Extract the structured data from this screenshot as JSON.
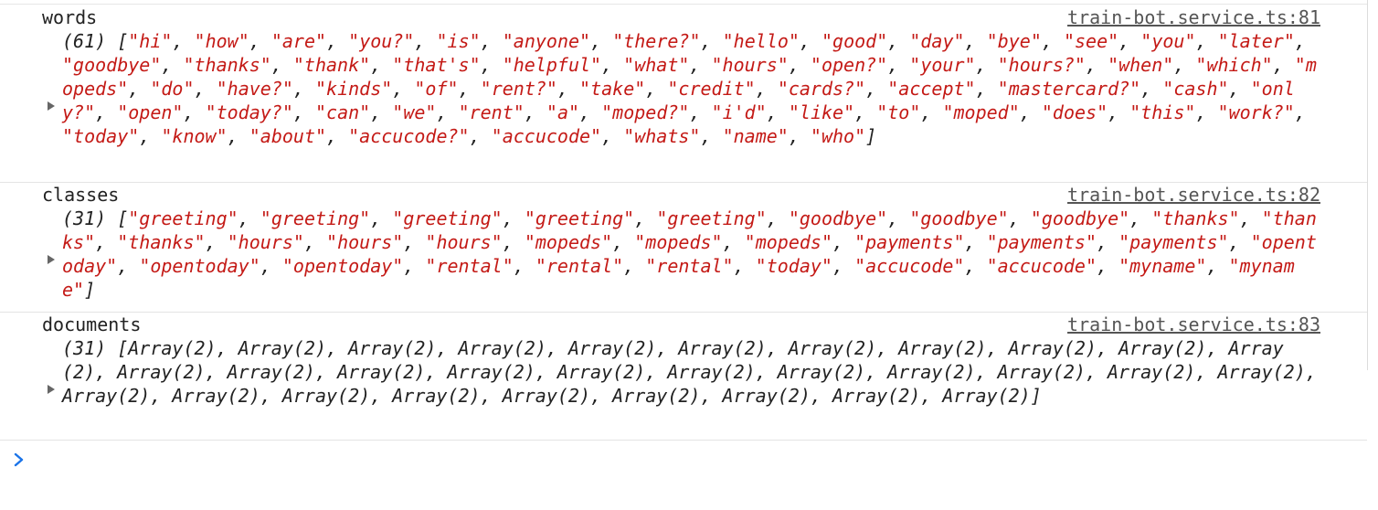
{
  "entries": [
    {
      "label": "words",
      "source": "train-bot.service.ts:81",
      "count": "(61)",
      "kind": "strings",
      "items": [
        "hi",
        "how",
        "are",
        "you?",
        "is",
        "anyone",
        "there?",
        "hello",
        "good",
        "day",
        "bye",
        "see",
        "you",
        "later",
        "goodbye",
        "thanks",
        "thank",
        "that's",
        "helpful",
        "what",
        "hours",
        "open?",
        "your",
        "hours?",
        "when",
        "which",
        "mopeds",
        "do",
        "have?",
        "kinds",
        "of",
        "rent?",
        "take",
        "credit",
        "cards?",
        "accept",
        "mastercard?",
        "cash",
        "only?",
        "open",
        "today?",
        "can",
        "we",
        "rent",
        "a",
        "moped?",
        "i'd",
        "like",
        "to",
        "moped",
        "does",
        "this",
        "work?",
        "today",
        "know",
        "about",
        "accucode?",
        "accucode",
        "whats",
        "name",
        "who"
      ]
    },
    {
      "label": "classes",
      "source": "train-bot.service.ts:82",
      "count": "(31)",
      "kind": "strings",
      "items": [
        "greeting",
        "greeting",
        "greeting",
        "greeting",
        "greeting",
        "goodbye",
        "goodbye",
        "goodbye",
        "thanks",
        "thanks",
        "thanks",
        "hours",
        "hours",
        "hours",
        "mopeds",
        "mopeds",
        "mopeds",
        "payments",
        "payments",
        "payments",
        "opentoday",
        "opentoday",
        "opentoday",
        "rental",
        "rental",
        "rental",
        "today",
        "accucode",
        "accucode",
        "myname",
        "myname"
      ]
    },
    {
      "label": "documents",
      "source": "train-bot.service.ts:83",
      "count": "(31)",
      "kind": "arrays",
      "items": [
        "Array(2)",
        "Array(2)",
        "Array(2)",
        "Array(2)",
        "Array(2)",
        "Array(2)",
        "Array(2)",
        "Array(2)",
        "Array(2)",
        "Array(2)",
        "Array(2)",
        "Array(2)",
        "Array(2)",
        "Array(2)",
        "Array(2)",
        "Array(2)",
        "Array(2)",
        "Array(2)",
        "Array(2)",
        "Array(2)",
        "Array(2)",
        "Array(2)",
        "Array(2)",
        "Array(2)",
        "Array(2)",
        "Array(2)",
        "Array(2)",
        "Array(2)",
        "Array(2)",
        "Array(2)",
        "Array(2)"
      ]
    }
  ],
  "console_prompt": {
    "icon": "chevron-right-icon",
    "value": ""
  },
  "colors": {
    "string": "#c41a16",
    "link": "#555555",
    "prompt": "#1a73e8",
    "separator": "#e4e4e4"
  }
}
